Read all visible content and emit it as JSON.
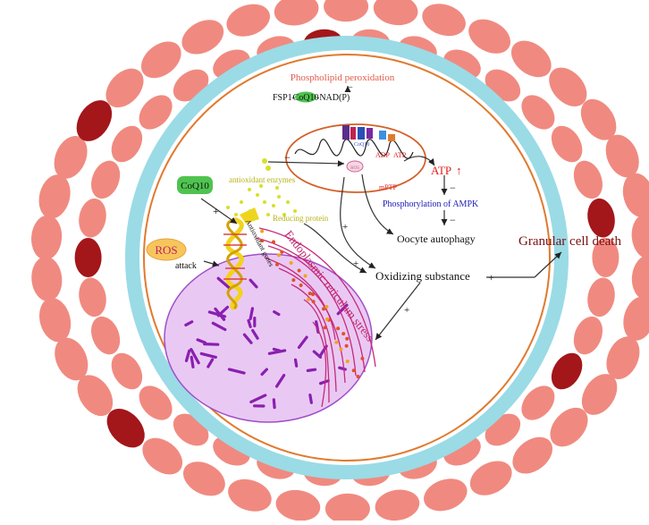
{
  "labels": {
    "phospholipid_peroxidation": "Phospholipid peroxidation",
    "fsp1_prefix": "FSP1-",
    "coq10_highlight": "CoQ10",
    "nadp_suffix": "-NAD(P)",
    "coq10_main": "CoQ10",
    "antioxidant_enzymes": "antioxidant enzymes",
    "antioxidant_genes": "Antioxidant genes",
    "reducing_protein": "Reducing protein",
    "ros": "ROS",
    "attack": "attack",
    "endoplasmic_reticulum_stress": "Endoplasmic reticulum stress",
    "coq10_mito": "CoQ10",
    "adp": "ADP",
    "atp_small": "ATP",
    "atp_big": "ATP",
    "atp_up_arrow": "↑",
    "mptp": "mPTP",
    "ros_mito": "ROS",
    "phosphorylation_ampk": "Phosphorylation of AMPK",
    "oocyte_autophagy": "Oocyte autophagy",
    "oxidizing_substance": "Oxidizing substance",
    "granular_cell_death": "Granular cell death"
  },
  "signs": {
    "peroxidation_minus": "−",
    "coq10_plus": "+",
    "enzymes_minus": "−",
    "atp_minus": "−",
    "ampk_minus": "−",
    "plus_right1": "+",
    "plus_right2": "+",
    "oxidizing_plus": "+",
    "er_plus": "+"
  },
  "colors": {
    "granulosa_light": "#f08a80",
    "granulosa_dark": "#a3161a",
    "zona_pellucida": "#9adbe6",
    "membrane": "#e07a2e",
    "nucleus_fill": "#e9c9f3",
    "chromosome": "#8a1fb0",
    "er_stroke": "#c62a7a",
    "dot_yellow": "#d7e02a",
    "coq10_badge": "#4fc34f",
    "ros_badge": "#f6c65b",
    "atp_red": "#e02020",
    "ampk_blue": "#1a1ab8"
  }
}
